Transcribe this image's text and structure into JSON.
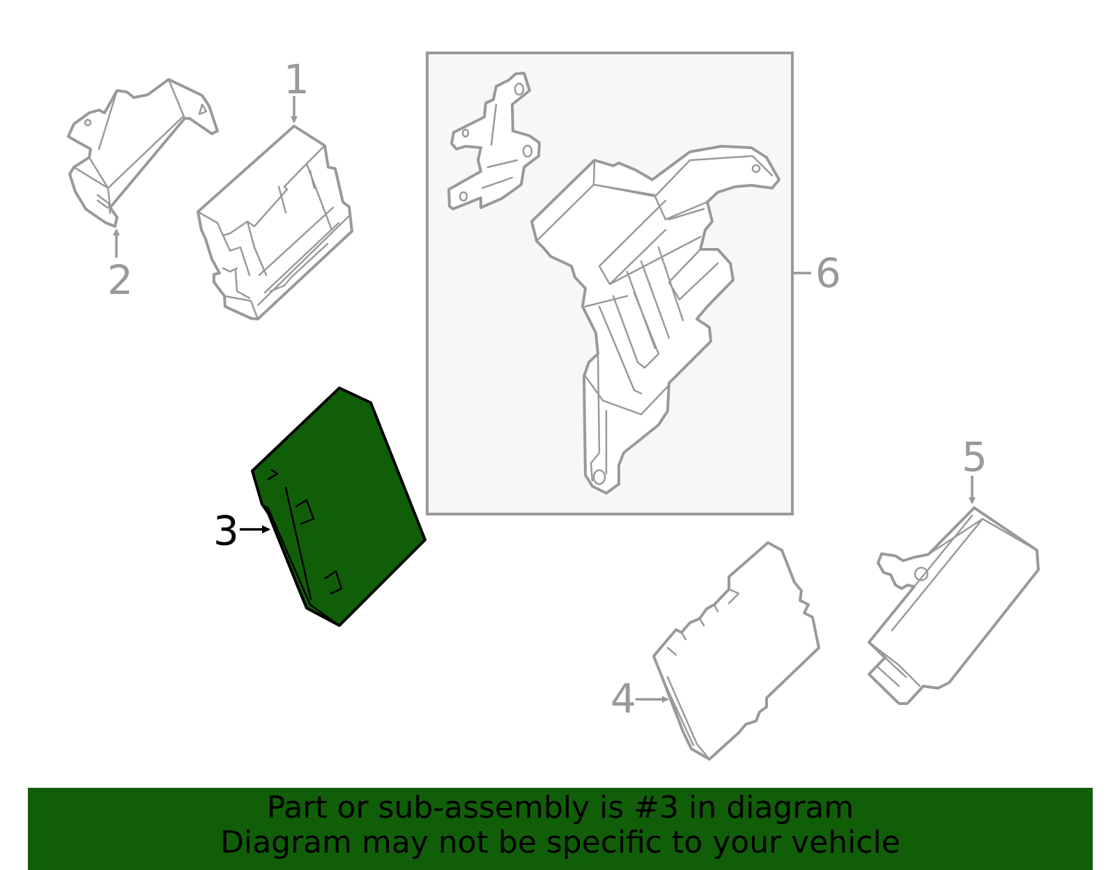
{
  "colors": {
    "highlight_fill": "#115e08",
    "line_gray": "#999999",
    "box_fill": "#f7f7f7",
    "banner_bg": "#115e08",
    "text_dark": "#000000"
  },
  "callouts": {
    "c1": "1",
    "c2": "2",
    "c3": "3",
    "c4": "4",
    "c5": "5",
    "c6": "6"
  },
  "highlighted_part": "3",
  "banner": {
    "line1": "Part or sub-assembly is #3 in diagram",
    "line2": "Diagram may not be specific to your vehicle"
  }
}
